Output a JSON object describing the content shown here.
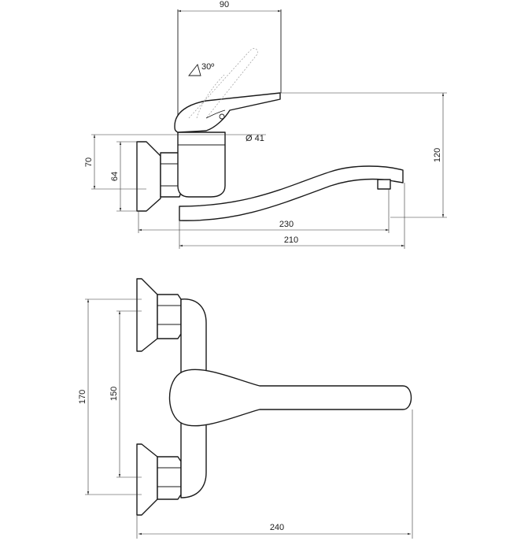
{
  "side_view": {
    "dim_top_width": "90",
    "dim_lever_angle": "30º",
    "dim_body_diameter": "Ø 41",
    "dim_flange_70": "70",
    "dim_flange_64": "64",
    "dim_height_120": "120",
    "dim_reach_230": "230",
    "dim_reach_210": "210"
  },
  "top_view": {
    "dim_centers_170": "170",
    "dim_centers_150": "150",
    "dim_length_240": "240"
  }
}
